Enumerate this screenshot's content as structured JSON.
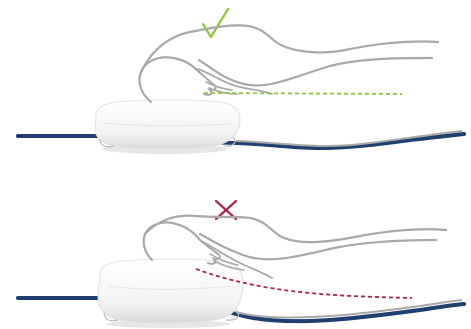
{
  "illustration": {
    "panels": [
      {
        "verdict": "correct",
        "mark": "check-icon",
        "alignment_line": "straight",
        "spine_style": "dashed"
      },
      {
        "verdict": "incorrect",
        "mark": "cross-icon",
        "alignment_line": "bent",
        "spine_style": "dashed"
      }
    ],
    "colors": {
      "mattress": "#1f3f6e",
      "figure_outline": "#a9a9a9",
      "pillow_fill": "#ffffff",
      "pillow_shadow": "#cfcfcf",
      "check_mark": "#8cc63f",
      "cross_mark": "#b0234f",
      "good_spine_line": "#8cc63f",
      "bad_spine_line": "#b0234f"
    }
  }
}
